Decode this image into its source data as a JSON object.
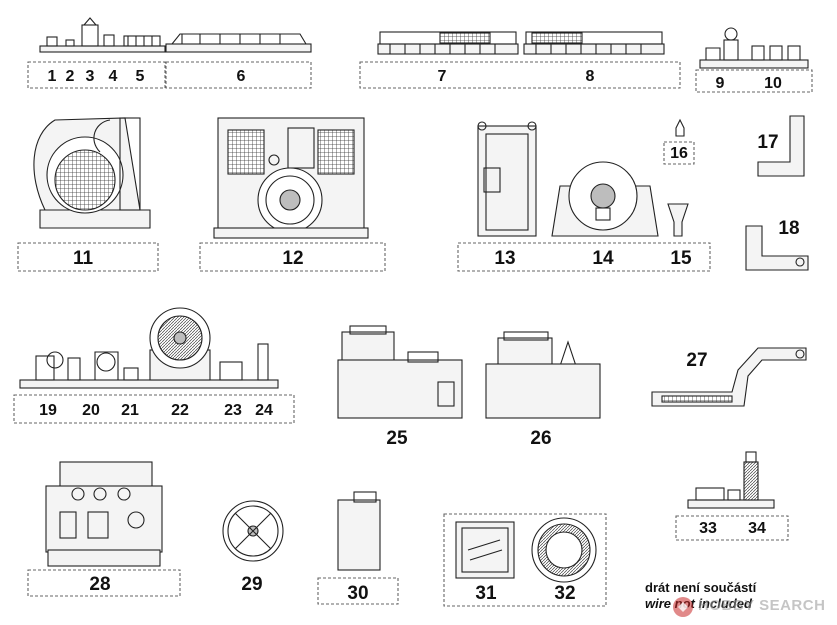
{
  "labels": {
    "l1": "1",
    "l2": "2",
    "l3": "3",
    "l4": "4",
    "l5": "5",
    "l6": "6",
    "l7": "7",
    "l8": "8",
    "l9": "9",
    "l10": "10",
    "l11": "11",
    "l12": "12",
    "l13": "13",
    "l14": "14",
    "l15": "15",
    "l16": "16",
    "l17": "17",
    "l18": "18",
    "l19": "19",
    "l20": "20",
    "l21": "21",
    "l22": "22",
    "l23": "23",
    "l24": "24",
    "l25": "25",
    "l26": "26",
    "l27": "27",
    "l28": "28",
    "l29": "29",
    "l30": "30",
    "l31": "31",
    "l32": "32",
    "l33": "33",
    "l34": "34"
  },
  "note": {
    "czech": "drát není součástí",
    "english": "wire not included"
  },
  "watermark": {
    "text": "HOBBY SEARCH"
  },
  "colors": {
    "line": "#222222",
    "dash": "#666666",
    "fill": "#f4f4f4",
    "shade": "#bdbdbd"
  }
}
